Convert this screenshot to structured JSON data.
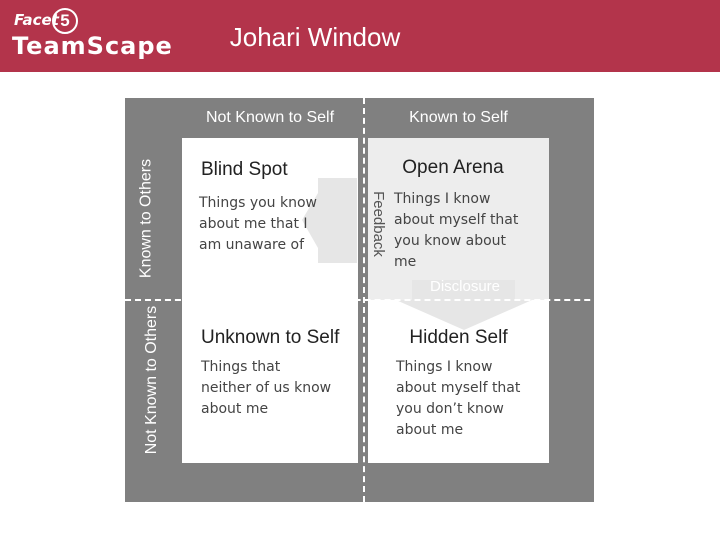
{
  "header": {
    "logo_facet": "Facet",
    "logo_five": "5",
    "logo_team": "TeamScape",
    "title": "Johari Window"
  },
  "columns": {
    "left": "Not Known to Self",
    "right": "Known to Self"
  },
  "rows": {
    "top": "Known to Others",
    "bottom": "Not Known to Others"
  },
  "quadrants": {
    "blind_spot": {
      "title": "Blind Spot",
      "lines": [
        "Things you know",
        "about me that I",
        "am unaware of"
      ]
    },
    "open_arena": {
      "title": "Open Arena",
      "lines": [
        "Things I know",
        "about myself that",
        "you know about",
        "me"
      ]
    },
    "unknown_self": {
      "title": "Unknown to Self",
      "lines": [
        "Things that",
        "neither of us know",
        "about me"
      ]
    },
    "hidden_self": {
      "title": "Hidden Self",
      "lines": [
        "Things I know",
        "about myself that",
        "you don’t know",
        "about me"
      ]
    }
  },
  "arrows": {
    "feedback": "Feedback",
    "disclosure": "Disclosure"
  },
  "colors": {
    "header": "#b3344b",
    "frame": "#808080",
    "arena": "#ededed"
  }
}
